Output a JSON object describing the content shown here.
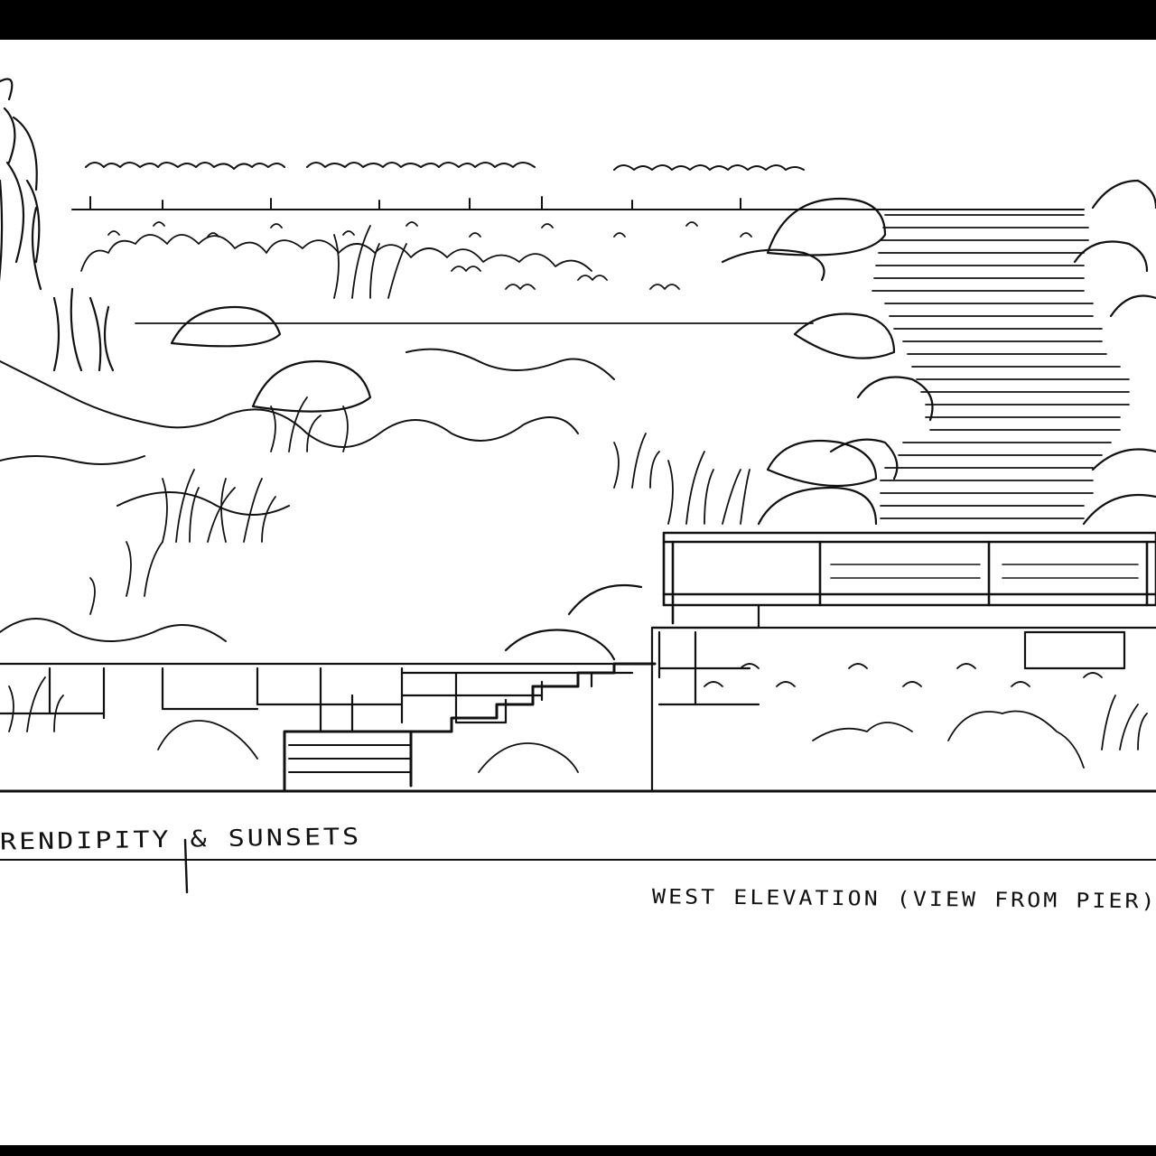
{
  "drawing": {
    "title": "RENDIPITY & SUNSETS",
    "caption": "WEST ELEVATION (VIEW FROM PIER)"
  },
  "colors": {
    "ink": "#111111",
    "paper": "#ffffff",
    "frame": "#000000"
  },
  "scene": {
    "elements": [
      "hillside-with-grasses",
      "boulders",
      "stone-retaining-wall",
      "stone-steps",
      "stair-flight",
      "deck-railing",
      "shrubs"
    ]
  }
}
